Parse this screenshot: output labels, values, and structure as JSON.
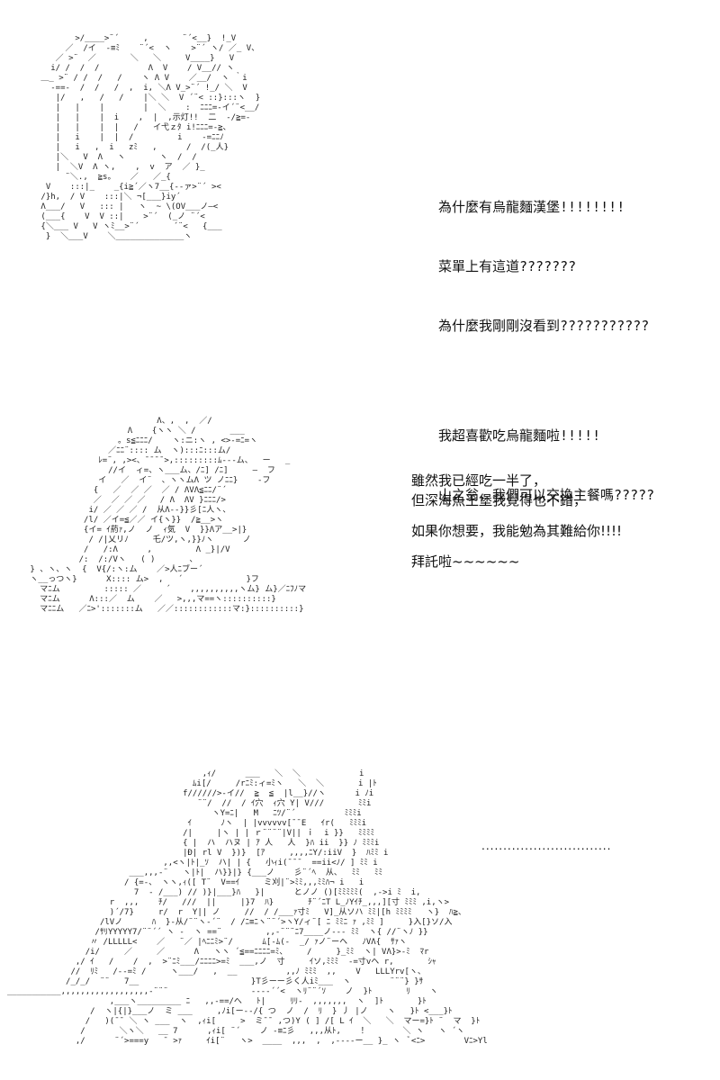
{
  "panel1": {
    "lines": [
      "為什麼有烏龍麵漢堡!!!!!!!!",
      "菜單上有這道???????",
      "為什麼我剛剛沒看到???????????",
      "",
      "我超喜歡吃烏龍麵啦!!!!!",
      "山之翁，我們可以交換主餐嗎?????"
    ]
  },
  "panel2": {
    "lines": [
      "雖然我已經吃一半了，",
      "但深海魚王堡我覺得也不錯，",
      "",
      "如果你想要，我能勉為其難給你!!!!",
      "",
      "拜託啦~~~~~~"
    ]
  },
  "panel3": {
    "ellipsis": ".............................."
  }
}
